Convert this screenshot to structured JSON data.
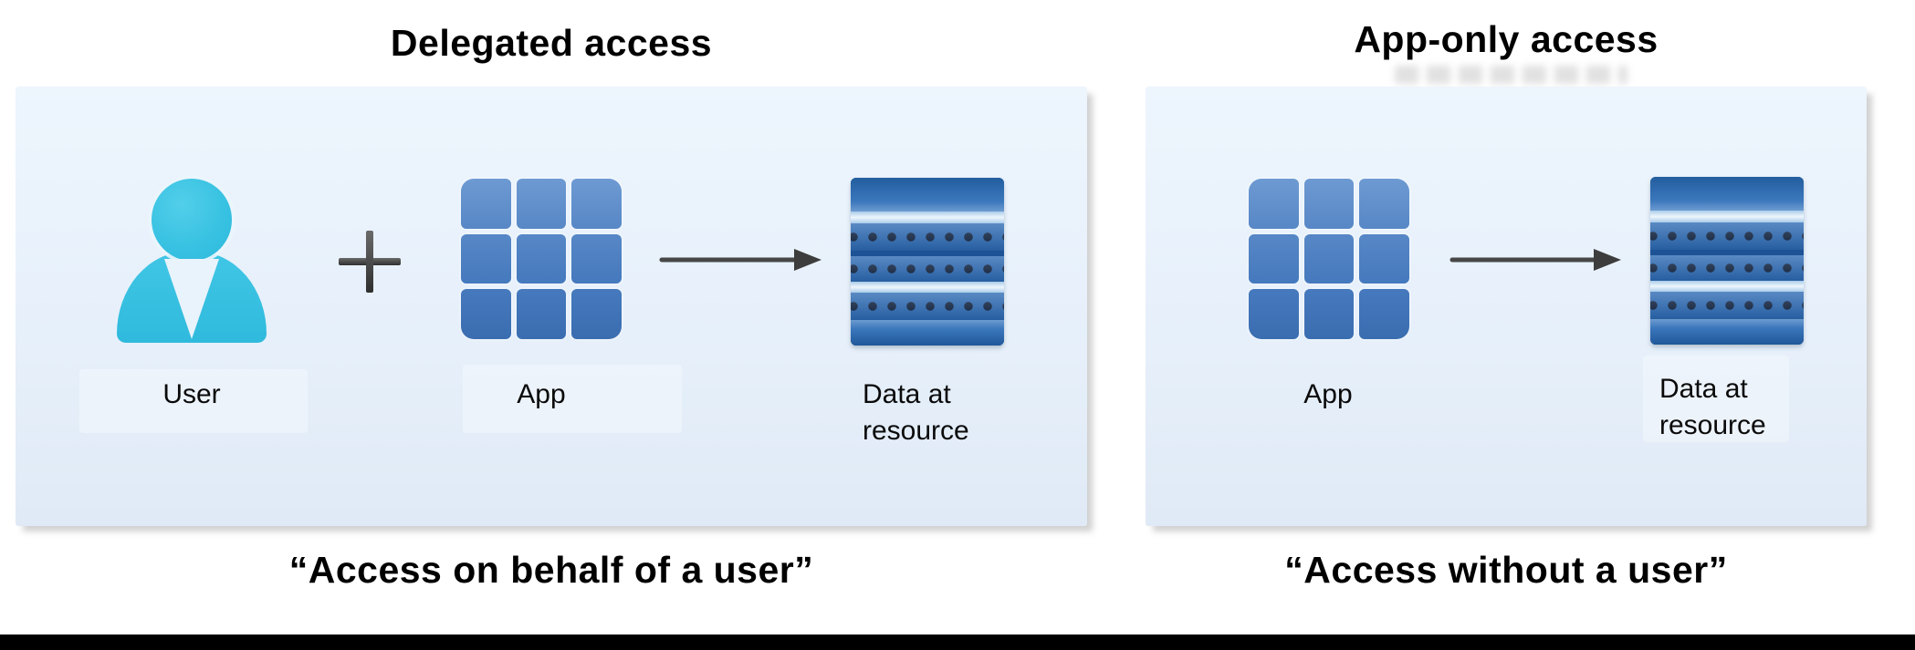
{
  "left_section": {
    "title": "Delegated access",
    "caption": "“Access on behalf of a user”",
    "user_label": "User",
    "app_label": "App",
    "resource_label": "Data at resource"
  },
  "right_section": {
    "title": "App-only access",
    "caption": "“Access without a user”",
    "app_label": "App",
    "resource_label": "Data at resource"
  },
  "icons": {
    "user": "user-person-icon",
    "plus": "plus-icon",
    "app": "app-grid-3x3-icon",
    "arrow": "right-arrow-icon",
    "resource": "database-rows-icon",
    "arrow_glyph": "→",
    "plus_glyph": "+"
  },
  "colors": {
    "panel_bg_top": "#edf5fd",
    "panel_bg_bottom": "#e0eaf6",
    "user_cyan": "#39c2e2",
    "app_blue": "#4a80c2",
    "db_blue": "#1e5da6",
    "db_dot": "#0f2240",
    "arrow_gray": "#474747",
    "title_text": "#000000",
    "footer_bar": "#000000"
  }
}
